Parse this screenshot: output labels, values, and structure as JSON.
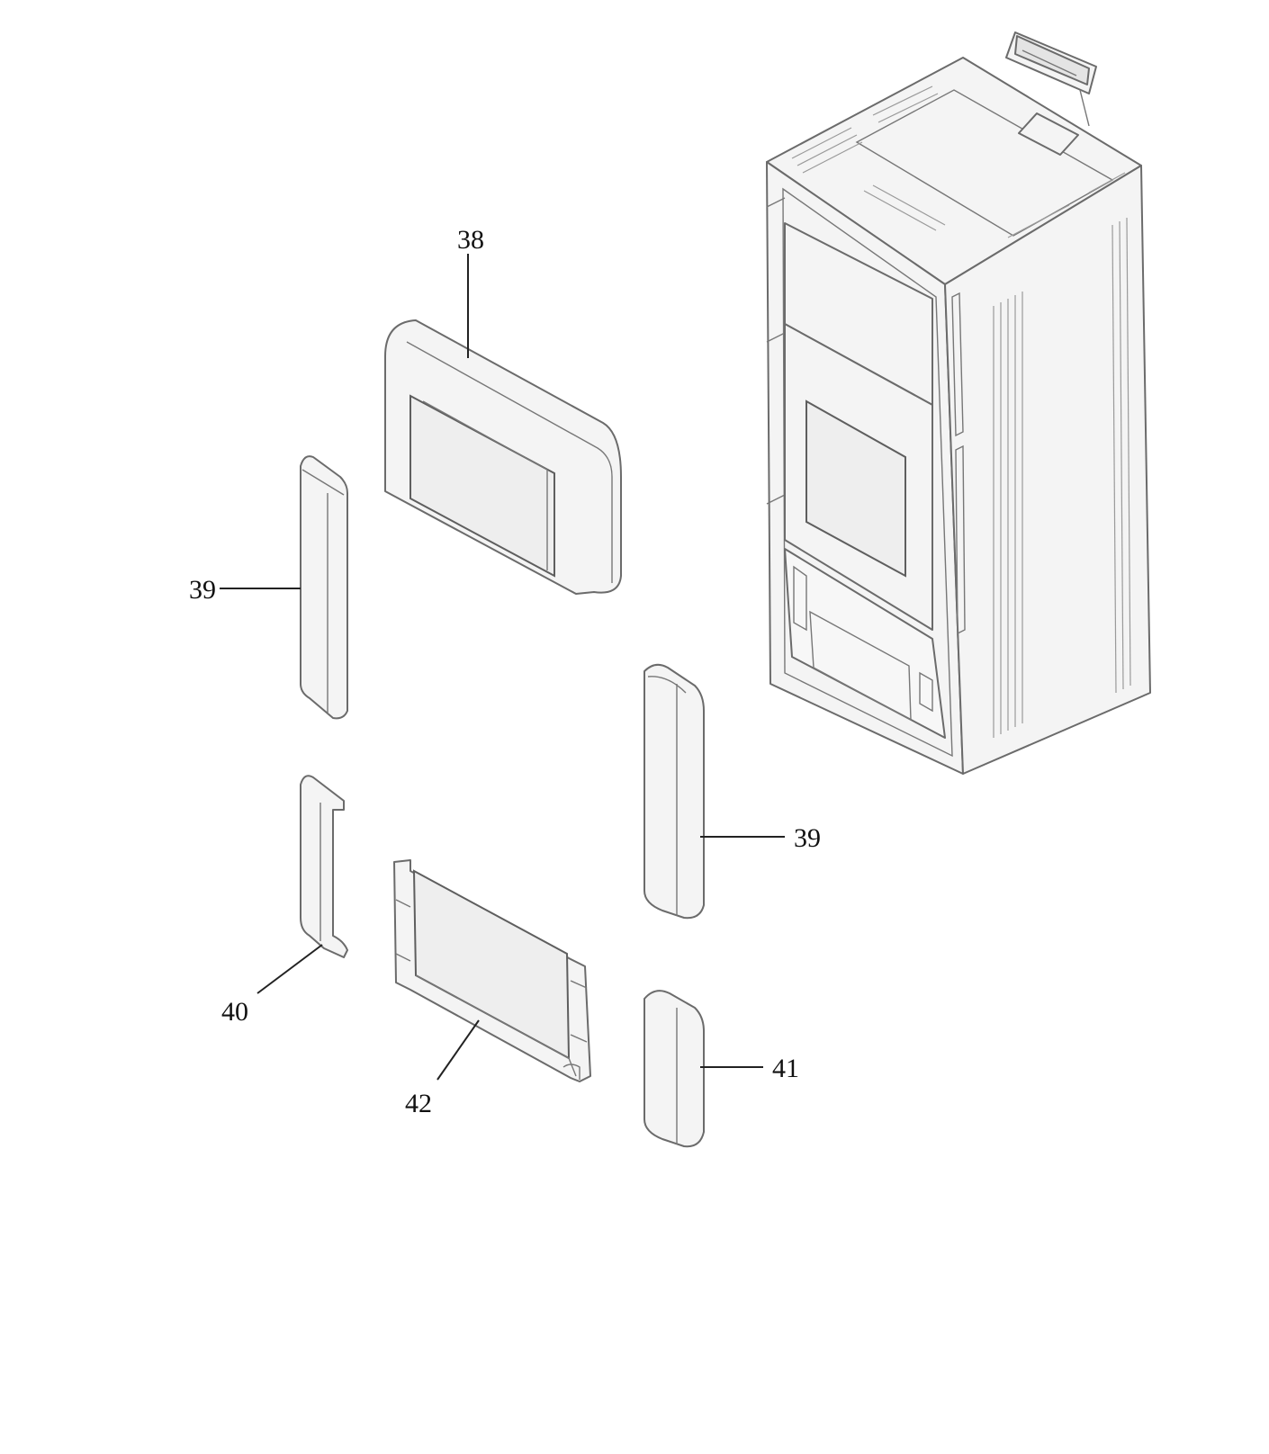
{
  "callouts": [
    {
      "id": "38",
      "label": "38"
    },
    {
      "id": "39a",
      "label": "39"
    },
    {
      "id": "39b",
      "label": "39"
    },
    {
      "id": "40",
      "label": "40"
    },
    {
      "id": "41",
      "label": "41"
    },
    {
      "id": "42",
      "label": "42"
    }
  ],
  "colors": {
    "line": "#6b6b6b",
    "fill": "#f4f4f4",
    "text": "#111111"
  }
}
